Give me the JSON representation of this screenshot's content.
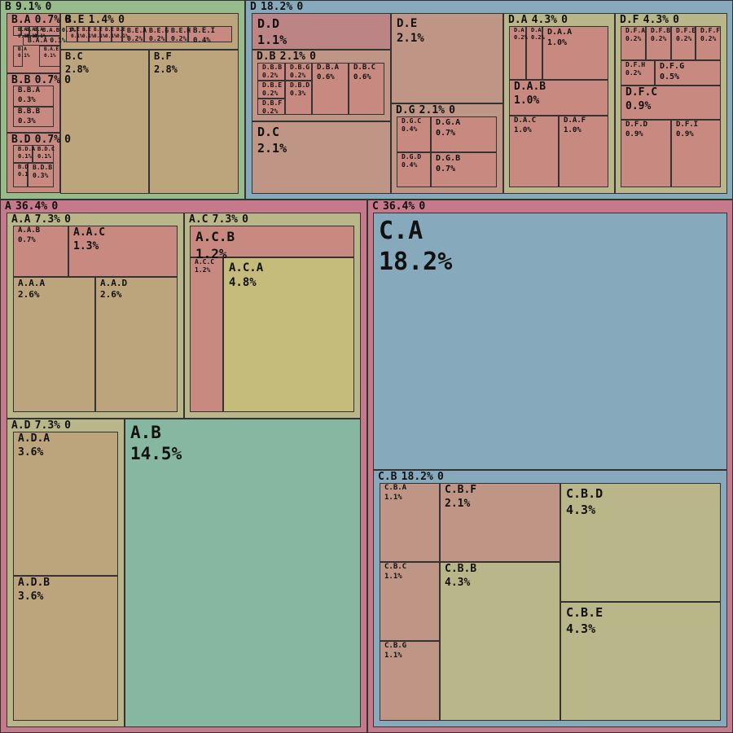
{
  "chart_data": {
    "type": "treemap",
    "title": "",
    "colors": {
      "green": "#97bb8a",
      "blue": "#87a9bc",
      "pink": "#c5798a",
      "tan": "#bca47c",
      "salmon": "#c88a80",
      "sage": "#b9b689",
      "yellow": "#c5bb7a",
      "teal": "#86b7a0",
      "rose": "#bf9685",
      "mauve": "#bc8484"
    },
    "nodes": [
      {
        "id": "B",
        "label": "B",
        "pct": "9.1%",
        "suffix": "0",
        "value": 9.1,
        "color": "green",
        "children": [
          {
            "id": "B.A",
            "label": "B.A",
            "pct": "0.7%",
            "suffix": "0",
            "value": 0.7,
            "color": "salmon",
            "children": [
              {
                "id": "B.A.a",
                "label": "B.A",
                "pct": "0.1%",
                "value": 0.1,
                "color": "salmon"
              },
              {
                "id": "B.A.b",
                "label": "B.A",
                "pct": "0.1%",
                "value": 0.1,
                "color": "salmon"
              },
              {
                "id": "B.A.c",
                "label": "B.A",
                "pct": "0.1%",
                "value": 0.1,
                "color": "salmon"
              },
              {
                "id": "B.A.B",
                "label": "B.A.B",
                "pct": "0.1%",
                "value": 0.1,
                "color": "salmon"
              },
              {
                "id": "B.A.A",
                "label": "B.A.A",
                "pct": "0.1%",
                "value": 0.1,
                "color": "salmon"
              },
              {
                "id": "B.A.d",
                "label": "B.A",
                "pct": "0.1%",
                "value": 0.1,
                "color": "salmon"
              },
              {
                "id": "B.A.E",
                "label": "B.A.E",
                "pct": "0.1%",
                "value": 0.1,
                "color": "salmon"
              }
            ]
          },
          {
            "id": "B.B",
            "label": "B.B",
            "pct": "0.7%",
            "suffix": "0",
            "value": 0.7,
            "color": "salmon",
            "children": [
              {
                "id": "B.B.A",
                "label": "B.B.A",
                "pct": "0.3%",
                "value": 0.3,
                "color": "salmon"
              },
              {
                "id": "B.B.B",
                "label": "B.B.B",
                "pct": "0.3%",
                "value": 0.3,
                "color": "salmon"
              }
            ]
          },
          {
            "id": "B.D",
            "label": "B.D",
            "pct": "0.7%",
            "suffix": "0",
            "value": 0.7,
            "color": "salmon",
            "children": [
              {
                "id": "B.D.A",
                "label": "B.D.A",
                "pct": "0.1%",
                "value": 0.1,
                "color": "salmon"
              },
              {
                "id": "B.D.C",
                "label": "B.D.C",
                "pct": "0.1%",
                "value": 0.1,
                "color": "salmon"
              },
              {
                "id": "B.D.a",
                "label": "B.D",
                "pct": "0.1",
                "value": 0.1,
                "color": "salmon"
              },
              {
                "id": "B.D.B",
                "label": "B.D.B",
                "pct": "0.3%",
                "value": 0.3,
                "color": "salmon"
              }
            ]
          },
          {
            "id": "B.E",
            "label": "B.E",
            "pct": "1.4%",
            "suffix": "0",
            "value": 1.4,
            "color": "tan",
            "children": [
              {
                "id": "B.E.1",
                "label": "B.E",
                "pct": "0.1%",
                "value": 0.1,
                "color": "salmon"
              },
              {
                "id": "B.E.2",
                "label": "B.E",
                "pct": "0.1%",
                "value": 0.1,
                "color": "salmon"
              },
              {
                "id": "B.E.3",
                "label": "B.E",
                "pct": "0.1%",
                "value": 0.1,
                "color": "salmon"
              },
              {
                "id": "B.E.4",
                "label": "B.E",
                "pct": "0.1%",
                "value": 0.1,
                "color": "salmon"
              },
              {
                "id": "B.E.5",
                "label": "B.E",
                "pct": "0.1%",
                "value": 0.1,
                "color": "salmon"
              },
              {
                "id": "B.E.A",
                "label": "B.E.A",
                "pct": "0.2%",
                "value": 0.2,
                "color": "salmon"
              },
              {
                "id": "B.E.G",
                "label": "B.E.G",
                "pct": "0.2%",
                "value": 0.2,
                "color": "salmon"
              },
              {
                "id": "B.E.H",
                "label": "B.E.H",
                "pct": "0.2%",
                "value": 0.2,
                "color": "salmon"
              },
              {
                "id": "B.E.I",
                "label": "B.E.I",
                "pct": "0.4%",
                "value": 0.4,
                "color": "salmon"
              }
            ]
          },
          {
            "id": "B.C",
            "label": "B.C",
            "pct": "2.8%",
            "value": 2.8,
            "color": "tan"
          },
          {
            "id": "B.F",
            "label": "B.F",
            "pct": "2.8%",
            "value": 2.8,
            "color": "tan"
          }
        ]
      },
      {
        "id": "D",
        "label": "D",
        "pct": "18.2%",
        "suffix": "0",
        "value": 18.2,
        "color": "blue",
        "children": [
          {
            "id": "D.D",
            "label": "D.D",
            "pct": "1.1%",
            "value": 1.1,
            "color": "mauve"
          },
          {
            "id": "D.B",
            "label": "D.B",
            "pct": "2.1%",
            "suffix": "0",
            "value": 2.1,
            "color": "rose",
            "children": [
              {
                "id": "D.B.B",
                "label": "D.B.B",
                "pct": "0.2%",
                "value": 0.2,
                "color": "salmon"
              },
              {
                "id": "D.B.G",
                "label": "D.B.G",
                "pct": "0.2%",
                "value": 0.2,
                "color": "salmon"
              },
              {
                "id": "D.B.E",
                "label": "D.B.E",
                "pct": "0.2%",
                "value": 0.2,
                "color": "salmon"
              },
              {
                "id": "D.B.D",
                "label": "D.B.D",
                "pct": "0.3%",
                "value": 0.3,
                "color": "salmon"
              },
              {
                "id": "D.B.F",
                "label": "D.B.F",
                "pct": "0.2%",
                "value": 0.2,
                "color": "salmon"
              },
              {
                "id": "D.B.A",
                "label": "D.B.A",
                "pct": "0.6%",
                "value": 0.6,
                "color": "salmon"
              },
              {
                "id": "D.B.C",
                "label": "D.B.C",
                "pct": "0.6%",
                "value": 0.6,
                "color": "salmon"
              }
            ]
          },
          {
            "id": "D.C",
            "label": "D.C",
            "pct": "2.1%",
            "value": 2.1,
            "color": "rose"
          },
          {
            "id": "D.E",
            "label": "D.E",
            "pct": "2.1%",
            "value": 2.1,
            "color": "rose"
          },
          {
            "id": "D.G",
            "label": "D.G",
            "pct": "2.1%",
            "suffix": "0",
            "value": 2.1,
            "color": "rose",
            "children": [
              {
                "id": "D.G.C",
                "label": "D.G.C",
                "pct": "0.4%",
                "value": 0.4,
                "color": "salmon"
              },
              {
                "id": "D.G.A",
                "label": "D.G.A",
                "pct": "0.7%",
                "value": 0.7,
                "color": "salmon"
              },
              {
                "id": "D.G.D",
                "label": "D.G.D",
                "pct": "0.4%",
                "value": 0.4,
                "color": "salmon"
              },
              {
                "id": "D.G.B",
                "label": "D.G.B",
                "pct": "0.7%",
                "value": 0.7,
                "color": "salmon"
              }
            ]
          },
          {
            "id": "D.A",
            "label": "D.A",
            "pct": "4.3%",
            "suffix": "0",
            "value": 4.3,
            "color": "sage",
            "children": [
              {
                "id": "D.A.x",
                "label": "D.A",
                "pct": "0.2%",
                "value": 0.2,
                "color": "salmon"
              },
              {
                "id": "D.A.y",
                "label": "D.A",
                "pct": "0.2%",
                "value": 0.2,
                "color": "salmon"
              },
              {
                "id": "D.A.A",
                "label": "D.A.A",
                "pct": "1.0%",
                "value": 1.0,
                "color": "salmon"
              },
              {
                "id": "D.A.B",
                "label": "D.A.B",
                "pct": "1.0%",
                "value": 1.0,
                "color": "salmon"
              },
              {
                "id": "D.A.C",
                "label": "D.A.C",
                "pct": "1.0%",
                "value": 1.0,
                "color": "salmon"
              },
              {
                "id": "D.A.F",
                "label": "D.A.F",
                "pct": "1.0%",
                "value": 1.0,
                "color": "salmon"
              }
            ]
          },
          {
            "id": "D.F",
            "label": "D.F",
            "pct": "4.3%",
            "suffix": "0",
            "value": 4.3,
            "color": "sage",
            "children": [
              {
                "id": "D.F.A",
                "label": "D.F.A",
                "pct": "0.2%",
                "value": 0.2,
                "color": "salmon"
              },
              {
                "id": "D.F.B",
                "label": "D.F.B",
                "pct": "0.2%",
                "value": 0.2,
                "color": "salmon"
              },
              {
                "id": "D.F.E",
                "label": "D.F.E",
                "pct": "0.2%",
                "value": 0.2,
                "color": "salmon"
              },
              {
                "id": "D.F.F",
                "label": "D.F.F",
                "pct": "0.2%",
                "value": 0.2,
                "color": "salmon"
              },
              {
                "id": "D.F.H",
                "label": "D.F.H",
                "pct": "0.2%",
                "value": 0.2,
                "color": "salmon"
              },
              {
                "id": "D.F.G",
                "label": "D.F.G",
                "pct": "0.5%",
                "value": 0.5,
                "color": "salmon"
              },
              {
                "id": "D.F.C",
                "label": "D.F.C",
                "pct": "0.9%",
                "value": 0.9,
                "color": "salmon"
              },
              {
                "id": "D.F.D",
                "label": "D.F.D",
                "pct": "0.9%",
                "value": 0.9,
                "color": "salmon"
              },
              {
                "id": "D.F.I",
                "label": "D.F.I",
                "pct": "0.9%",
                "value": 0.9,
                "color": "salmon"
              }
            ]
          }
        ]
      },
      {
        "id": "A",
        "label": "A",
        "pct": "36.4%",
        "suffix": "0",
        "value": 36.4,
        "color": "pink",
        "children": [
          {
            "id": "A.A",
            "label": "A.A",
            "pct": "7.3%",
            "suffix": "0",
            "value": 7.3,
            "color": "sage",
            "children": [
              {
                "id": "A.A.B",
                "label": "A.A.B",
                "pct": "0.7%",
                "value": 0.7,
                "color": "salmon"
              },
              {
                "id": "A.A.C",
                "label": "A.A.C",
                "pct": "1.3%",
                "value": 1.3,
                "color": "salmon"
              },
              {
                "id": "A.A.A",
                "label": "A.A.A",
                "pct": "2.6%",
                "value": 2.6,
                "color": "tan"
              },
              {
                "id": "A.A.D",
                "label": "A.A.D",
                "pct": "2.6%",
                "value": 2.6,
                "color": "tan"
              }
            ]
          },
          {
            "id": "A.C",
            "label": "A.C",
            "pct": "7.3%",
            "suffix": "0",
            "value": 7.3,
            "color": "sage",
            "children": [
              {
                "id": "A.C.B",
                "label": "A.C.B",
                "pct": "1.2%",
                "value": 1.2,
                "color": "salmon"
              },
              {
                "id": "A.C.C",
                "label": "A.C.C",
                "pct": "1.2%",
                "value": 1.2,
                "color": "salmon"
              },
              {
                "id": "A.C.A",
                "label": "A.C.A",
                "pct": "4.8%",
                "value": 4.8,
                "color": "yellow"
              }
            ]
          },
          {
            "id": "A.D",
            "label": "A.D",
            "pct": "7.3%",
            "suffix": "0",
            "value": 7.3,
            "color": "sage",
            "children": [
              {
                "id": "A.D.A",
                "label": "A.D.A",
                "pct": "3.6%",
                "value": 3.6,
                "color": "tan"
              },
              {
                "id": "A.D.B",
                "label": "A.D.B",
                "pct": "3.6%",
                "value": 3.6,
                "color": "tan"
              }
            ]
          },
          {
            "id": "A.B",
            "label": "A.B",
            "pct": "14.5%",
            "value": 14.5,
            "color": "teal"
          }
        ]
      },
      {
        "id": "C",
        "label": "C",
        "pct": "36.4%",
        "suffix": "0",
        "value": 36.4,
        "color": "pink",
        "children": [
          {
            "id": "C.A",
            "label": "C.A",
            "pct": "18.2%",
            "value": 18.2,
            "color": "blue"
          },
          {
            "id": "C.B",
            "label": "C.B",
            "pct": "18.2%",
            "suffix": "0",
            "value": 18.2,
            "color": "blue",
            "children": [
              {
                "id": "C.B.A",
                "label": "C.B.A",
                "pct": "1.1%",
                "value": 1.1,
                "color": "rose"
              },
              {
                "id": "C.B.F",
                "label": "C.B.F",
                "pct": "2.1%",
                "value": 2.1,
                "color": "rose"
              },
              {
                "id": "C.B.D",
                "label": "C.B.D",
                "pct": "4.3%",
                "value": 4.3,
                "color": "sage"
              },
              {
                "id": "C.B.C",
                "label": "C.B.C",
                "pct": "1.1%",
                "value": 1.1,
                "color": "rose"
              },
              {
                "id": "C.B.B",
                "label": "C.B.B",
                "pct": "4.3%",
                "value": 4.3,
                "color": "sage"
              },
              {
                "id": "C.B.G",
                "label": "C.B.G",
                "pct": "1.1%",
                "value": 1.1,
                "color": "rose"
              },
              {
                "id": "C.B.E",
                "label": "C.B.E",
                "pct": "4.3%",
                "value": 4.3,
                "color": "sage"
              }
            ]
          }
        ]
      }
    ]
  }
}
